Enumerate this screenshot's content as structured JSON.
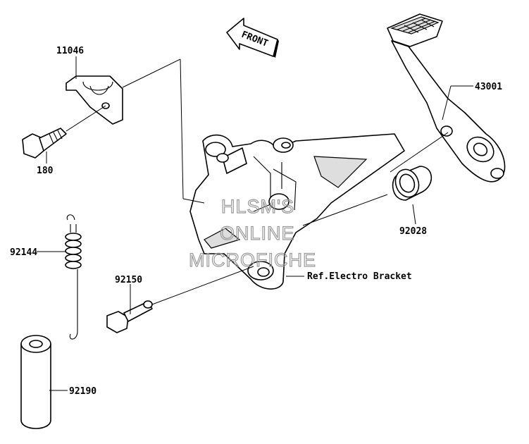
{
  "diagram": {
    "front_arrow_text": "FRONT",
    "part_labels": {
      "clamp": "11046",
      "bolt": "180",
      "spring": "92144",
      "pivot_bolt": "92150",
      "sleeve": "92190",
      "pedal": "43001",
      "bushing": "92028"
    },
    "reference_label": "Ref.Electro Bracket",
    "watermark": {
      "line1": "HLSM'S",
      "line2": "ONLINE",
      "line3": "MICROFICHE"
    }
  }
}
